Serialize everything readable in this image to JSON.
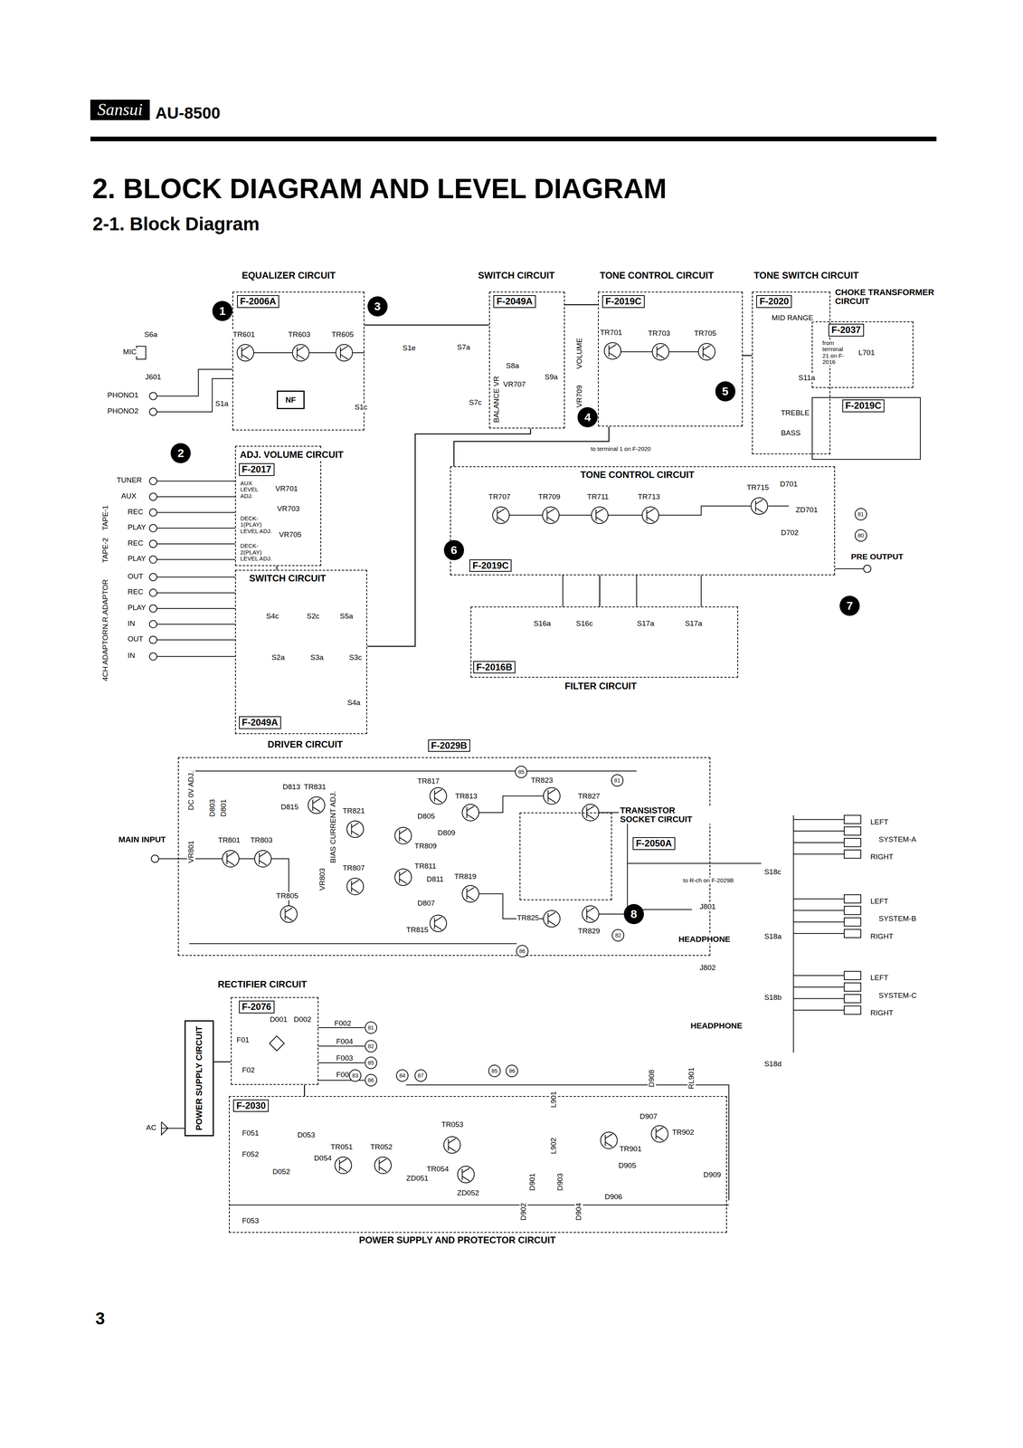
{
  "diagram": {
    "title": "2. BLOCK DIAGRAM AND LEVEL DIAGRAM",
    "nodes": [
      {
        "text": [
          "EQUALIZER CIRCUIT",
          "F-2006A"
        ]
      },
      {
        "text": [
          "NF"
        ],
        "in": 0
      },
      {
        "text": [
          "SWITCH CIRCUIT",
          "F-2049A"
        ]
      },
      {
        "text": [
          "TONE CONTROL CIRCUIT",
          "F-2019C"
        ]
      },
      {
        "text": [
          "TONE SWITCH CIRCUIT",
          "F-2020"
        ]
      },
      {
        "text": [
          "CHOKE TRANSFORMER CIRCUIT",
          "F-2037"
        ]
      },
      {
        "text": [
          "F-2019C"
        ]
      },
      {
        "text": [
          "ADJ. VOLUME CIRCUIT",
          "F-2017"
        ]
      },
      {
        "text": [
          "SWITCH CIRCUIT",
          "F-2049A"
        ]
      },
      {
        "text": [
          "TONE CONTROL CIRCUIT",
          "F-2019C"
        ]
      },
      {
        "text": [
          "FILTER CIRCUIT",
          "F-2016B"
        ]
      },
      {
        "text": [
          "DRIVER CIRCUIT",
          "F-2029B"
        ]
      },
      {
        "text": [
          "TRANSISTOR SOCKET CIRCUIT",
          "F-2050A"
        ],
        "in": 11
      },
      {
        "text": [
          "RECTIFIER CIRCUIT",
          "F-2076"
        ]
      },
      {
        "text": [
          "POWER SUPPLY CIRCUIT"
        ]
      },
      {
        "text": [
          "POWER SUPPLY AND PROTECTOR CIRCUIT",
          "F-2030"
        ]
      }
    ],
    "edges": [
      {
        "from": 0,
        "to": 2,
        "arrow": "none"
      },
      {
        "from": 2,
        "to": 3,
        "arrow": "none"
      },
      {
        "from": 3,
        "to": 4,
        "arrow": "none"
      },
      {
        "from": 7,
        "to": 8,
        "arrow": "none"
      },
      {
        "from": 8,
        "to": 2,
        "arrow": "none"
      },
      {
        "from": 3,
        "to": 9,
        "arrow": "none"
      },
      {
        "from": 9,
        "to": 10,
        "arrow": "none"
      },
      {
        "from": 13,
        "to": 15,
        "arrow": "none"
      },
      {
        "from": 14,
        "to": 13,
        "arrow": "none"
      }
    ],
    "labels": [
      "Sansui",
      "AU-8500",
      "2-1. Block Diagram",
      "1",
      "2",
      "3",
      "4",
      "5",
      "6",
      "7",
      "8",
      "S6a",
      "MIC",
      "J601",
      "PHONO1",
      "PHONO2",
      "S1a",
      "S1e",
      "S1c",
      "TR601",
      "TR603",
      "TR605",
      "S7a",
      "S8a",
      "VR707",
      "S9a",
      "S7c",
      "BALANCE VR",
      "VOLUME",
      "VR709",
      "TR701",
      "TR703",
      "TR705",
      "MID RANGE",
      "from terminal 21 on F-2016",
      "S11a",
      "L701",
      "TREBLE",
      "BASS",
      "AUX LEVEL ADJ.",
      "VR701",
      "VR703",
      "DECK-1(PLAY) LEVEL ADJ.",
      "VR705",
      "DECK-2(PLAY) LEVEL ADJ.",
      "TUNER",
      "AUX",
      "TAPE-1",
      "REC",
      "PLAY",
      "TAPE-2",
      "REC",
      "PLAY",
      "N.R.ADAPTOR",
      "OUT",
      "REC",
      "PLAY",
      "IN",
      "4CH ADAPTOR",
      "OUT",
      "IN",
      "S4c",
      "S2c",
      "S5a",
      "S2a",
      "S3a",
      "S3c",
      "S4a",
      "TR707",
      "TR709",
      "TR711",
      "TR713",
      "TR715",
      "D701",
      "ZD701",
      "D702",
      "PRE OUTPUT",
      "to terminal 1 on F-2020",
      "S16a",
      "S16c",
      "S17a",
      "S17a",
      "DC 0V ADJ.",
      "VR801",
      "D803",
      "D801",
      "D813",
      "D815",
      "TR831",
      "TR821",
      "BIAS CURRENT ADJ.",
      "VR803",
      "TR801",
      "TR803",
      "TR805",
      "TR807",
      "D805",
      "TR809",
      "D809",
      "TR811",
      "D811",
      "D807",
      "TR817",
      "TR813",
      "TR819",
      "TR815",
      "TR823",
      "TR827",
      "TR825",
      "TR829",
      "MAIN INPUT",
      "to R-ch on F-2029B",
      "J801",
      "HEADPHONE",
      "J802",
      "HEADPHONE",
      "S18c",
      "S18a",
      "S18b",
      "S18d",
      "LEFT",
      "SYSTEM-A",
      "RIGHT",
      "LEFT",
      "SYSTEM-B",
      "RIGHT",
      "LEFT",
      "SYSTEM-C",
      "RIGHT",
      "D001",
      "D002",
      "F01",
      "F02",
      "F002",
      "F004",
      "F003",
      "F005",
      "AC",
      "F051",
      "F052",
      "D053",
      "D054",
      "D052",
      "TR051",
      "TR052",
      "ZD051",
      "TR053",
      "TR054",
      "ZD052",
      "F053",
      "L901",
      "L902",
      "D908",
      "RL901",
      "D907",
      "TR902",
      "TR901",
      "D905",
      "D901",
      "D903",
      "D902",
      "D904",
      "D906",
      "D909",
      "85",
      "81",
      "86",
      "82",
      "81",
      "80",
      "81",
      "82",
      "85",
      "86",
      "85",
      "86",
      "83",
      "84",
      "87",
      "3"
    ]
  }
}
